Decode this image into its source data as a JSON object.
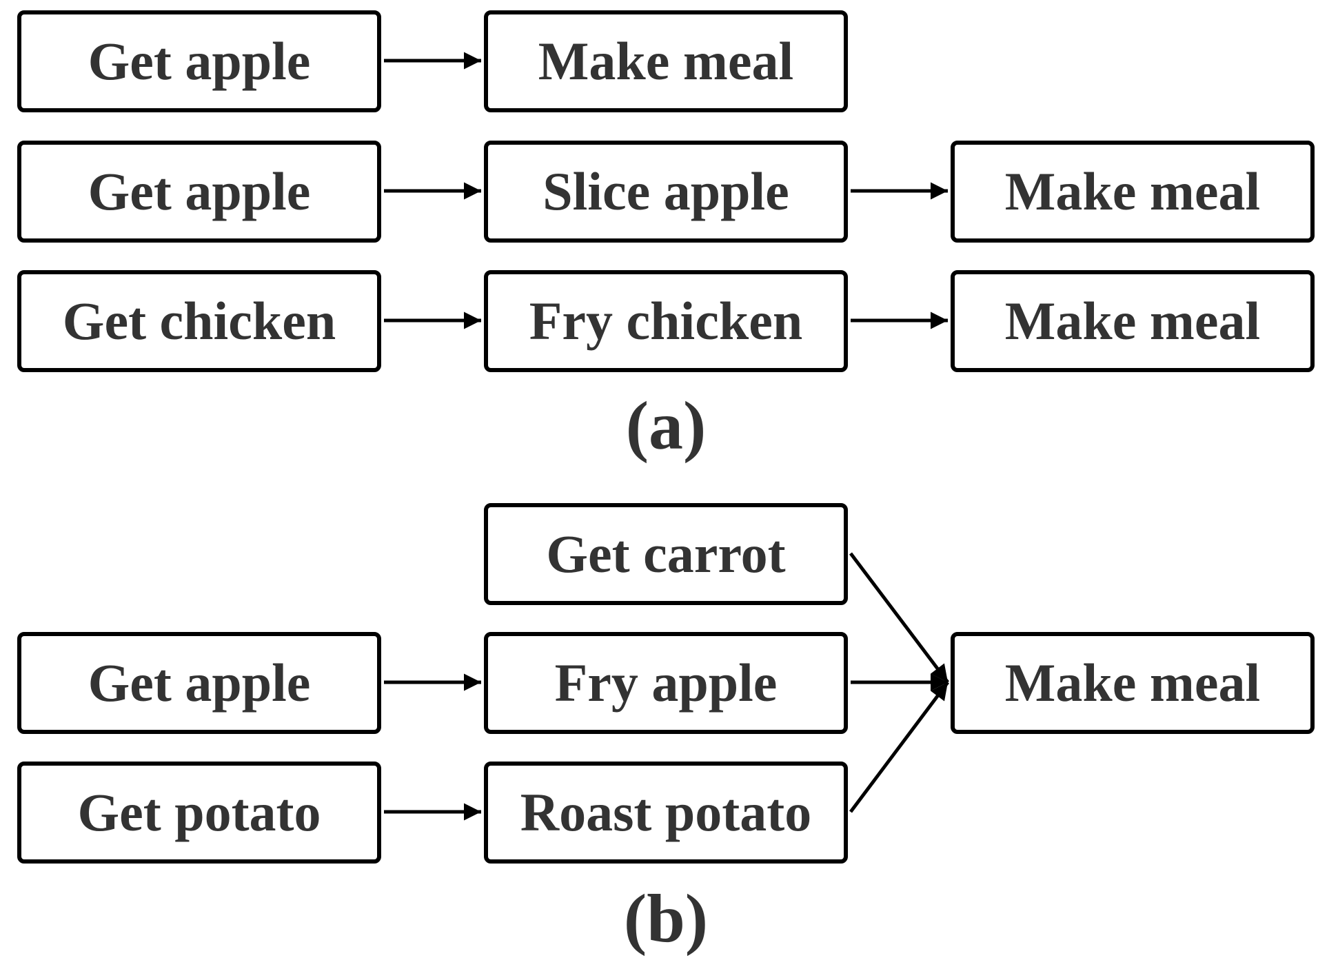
{
  "diagram_a": {
    "caption": "(a)",
    "rows": [
      [
        "Get apple",
        "Make meal"
      ],
      [
        "Get apple",
        "Slice apple",
        "Make meal"
      ],
      [
        "Get chicken",
        "Fry chicken",
        "Make meal"
      ]
    ]
  },
  "diagram_b": {
    "caption": "(b)",
    "inputs": [
      "Get carrot",
      "Get apple",
      "Get potato"
    ],
    "steps": [
      "Fry apple",
      "Roast potato"
    ],
    "output": "Make meal"
  },
  "colors": {
    "line": "#000000",
    "text": "#333333",
    "background": "#ffffff"
  }
}
